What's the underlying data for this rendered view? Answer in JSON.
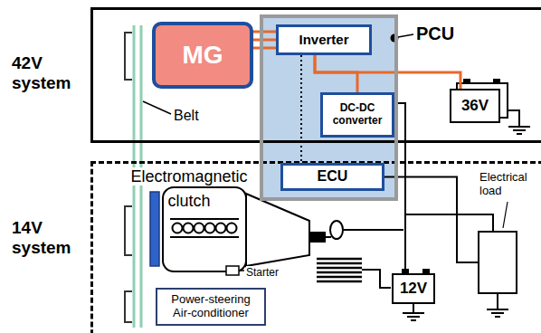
{
  "diagram": {
    "nodes": [
      {
        "text": [
          "42V system"
        ]
      },
      {
        "text": [
          "14V system"
        ]
      },
      {
        "text": [
          "PCU"
        ]
      },
      {
        "text": [
          "MG"
        ],
        "in": 0
      },
      {
        "text": [
          "Inverter"
        ],
        "in": 2
      },
      {
        "text": [
          "DC-DC converter"
        ],
        "in": 2
      },
      {
        "text": [
          "36V"
        ],
        "in": 0
      },
      {
        "text": [
          "ECU"
        ],
        "in": 2
      },
      {
        "text": [
          "Electrical load"
        ],
        "in": 1
      },
      {
        "text": [
          "12V"
        ],
        "in": 1
      },
      {
        "text": [
          "Power-steering Air-conditioner"
        ],
        "in": 1
      }
    ],
    "edges": [
      {
        "from": 3,
        "to": 4,
        "arrow": "none"
      },
      {
        "from": 4,
        "to": 6,
        "arrow": "none"
      },
      {
        "from": 4,
        "to": 5,
        "arrow": "none"
      },
      {
        "from": 4,
        "to": 7,
        "arrow": "none"
      },
      {
        "from": 5,
        "to": 9,
        "arrow": "none"
      },
      {
        "from": 5,
        "to": 8,
        "arrow": "none"
      },
      {
        "from": 7,
        "to": 8,
        "arrow": "none"
      }
    ],
    "labels": [
      "Belt",
      "Electromagnetic clutch",
      "Starter"
    ]
  }
}
